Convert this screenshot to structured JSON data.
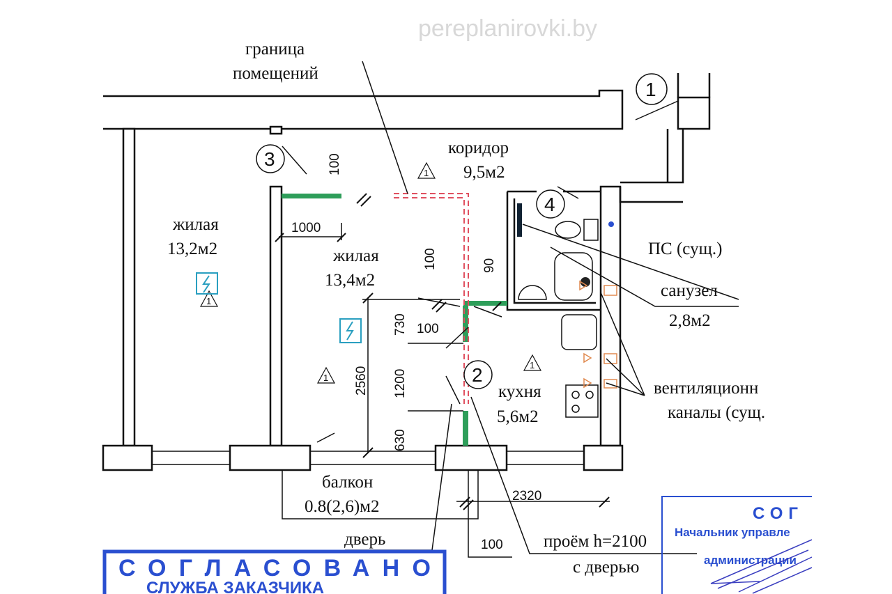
{
  "watermark": "pereplanirovki.by",
  "labels": {
    "boundary_line1": "граница",
    "boundary_line2": "помещений",
    "corridor_name": "коридор",
    "corridor_area": "9,5м2",
    "living1_name": "жилая",
    "living1_area": "13,2м2",
    "living2_name": "жилая",
    "living2_area": "13,4м2",
    "ps": "ПС (сущ.)",
    "bathroom_name": "санузел",
    "bathroom_area": "2,8м2",
    "vent_line1": "вентиляционн",
    "vent_line2": "каналы (сущ.",
    "kitchen_name": "кухня",
    "kitchen_area": "5,6м2",
    "balcony_name": "балкон",
    "balcony_area": "0.8(2,6)м2",
    "door": "дверь",
    "opening_line1": "проём h=2100",
    "opening_line2": "с дверью"
  },
  "markers": [
    "1",
    "2",
    "3",
    "4"
  ],
  "change_mark": "1",
  "dimensions": {
    "d100_top": "100",
    "d1000": "1000",
    "d100_mid": "100",
    "d90": "90",
    "d100_h": "100",
    "d2560": "2560",
    "d730": "730",
    "d1200": "1200",
    "d630": "630",
    "d2320": "2320",
    "d100_bottom": "100"
  },
  "stamp_left": {
    "line1": "СОГЛАСОВАНО",
    "line2": "СЛУЖБА ЗАКАЗЧИКА"
  },
  "stamp_right": {
    "line1": "СОГ",
    "line2": "Начальник управле",
    "line3": "администрации"
  },
  "colors": {
    "wall": "#111111",
    "new_wall": "#2e9e5a",
    "removed_wall": "#e05060",
    "stamp": "#2a4fd0",
    "symbol": "#2a9fc0"
  }
}
